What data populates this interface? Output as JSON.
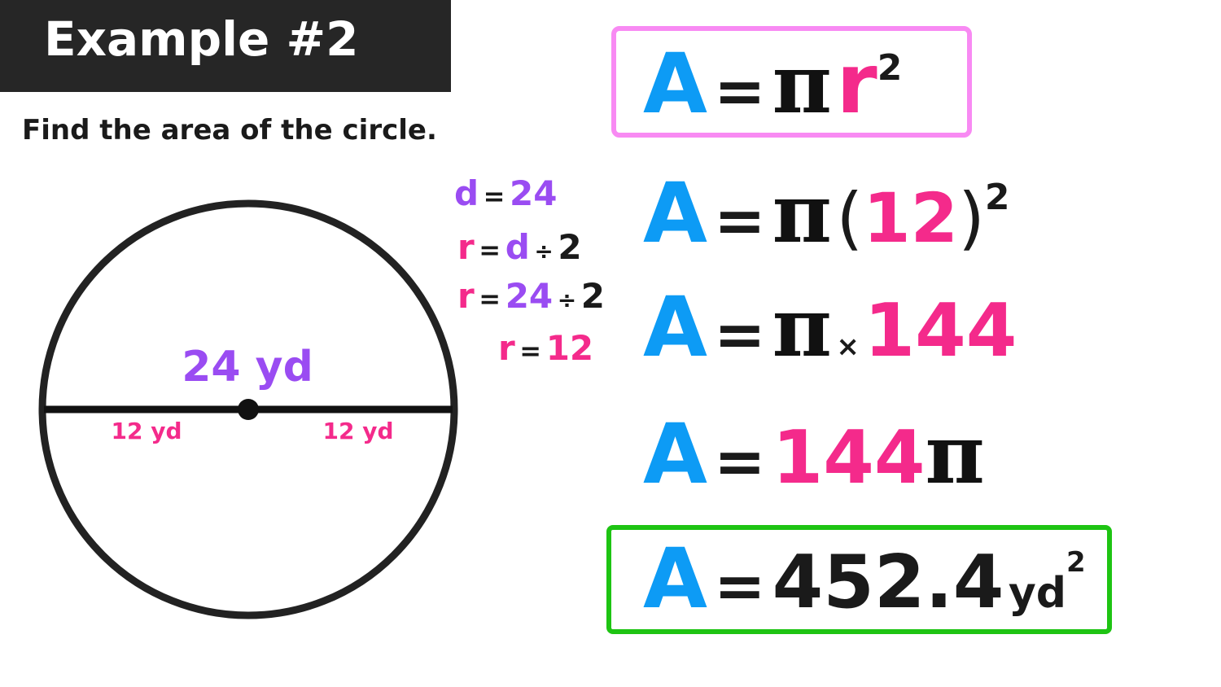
{
  "header": {
    "title": "Example #2"
  },
  "prompt": "Find the area of the circle.",
  "diagram": {
    "diameter_label": "24 yd",
    "left_radius_label": "12 yd",
    "right_radius_label": "12 yd",
    "colors": {
      "outline": "#222222",
      "diameter": "#9a4cf2",
      "radius": "#f42a8b"
    }
  },
  "steps": {
    "d_var": "d",
    "d_eq": "=",
    "d_val": "24",
    "r1_var": "r",
    "r1_eq": "=",
    "r1_d": "d",
    "r1_op": "÷",
    "r1_two": "2",
    "r2_var": "r",
    "r2_eq": "=",
    "r2_val": "24",
    "r2_op": "÷",
    "r2_two": "2",
    "r3_var": "r",
    "r3_eq": "=",
    "r3_val": "12"
  },
  "equations": {
    "formula": {
      "a": "A",
      "eq": "=",
      "pi": "π",
      "r": "r",
      "exp": "2"
    },
    "substitute": {
      "a": "A",
      "eq": "=",
      "pi": "π",
      "open": "(",
      "val": "12",
      "close": ")",
      "exp": "2"
    },
    "multiply": {
      "a": "A",
      "eq": "=",
      "pi": "π",
      "times": "×",
      "val": "144"
    },
    "simplified": {
      "a": "A",
      "eq": "=",
      "val": "144",
      "pi": "π"
    },
    "answer": {
      "a": "A",
      "eq": "=",
      "val": "452.4",
      "unit": "yd",
      "exp": "2"
    }
  },
  "colors": {
    "A": "#0d9bf5",
    "value": "#f42a8b",
    "formula_box": "#f88af3",
    "answer_box": "#1ec413",
    "banner": "#262626"
  }
}
